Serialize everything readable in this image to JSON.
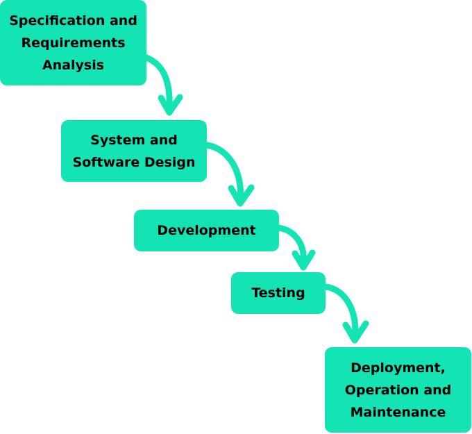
{
  "stages": [
    {
      "lines": [
        "Specification and",
        "Requirements",
        "Analysis"
      ]
    },
    {
      "lines": [
        "System and",
        "Software Design"
      ]
    },
    {
      "lines": [
        "Development"
      ]
    },
    {
      "lines": [
        "Testing"
      ]
    },
    {
      "lines": [
        "Deployment,",
        "Operation and",
        "Maintenance"
      ]
    }
  ],
  "colors": {
    "box_fill": "#14e3b3",
    "arrow": "#14e3b3",
    "text": "#000000"
  }
}
